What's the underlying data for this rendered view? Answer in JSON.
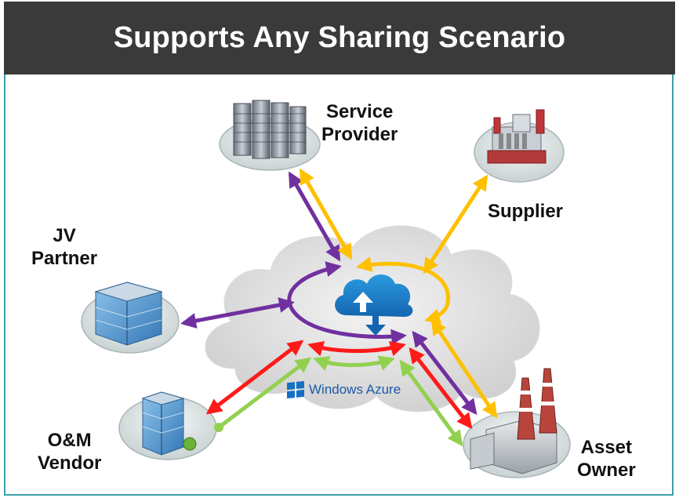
{
  "title": "Supports Any Sharing Scenario",
  "nodes": {
    "service_provider": {
      "line1": "Service",
      "line2": "Provider",
      "icon": "office-towers-icon"
    },
    "supplier": {
      "line1": "Supplier",
      "icon": "factory-icon"
    },
    "jv_partner": {
      "line1": "JV",
      "line2": "Partner",
      "icon": "office-building-icon"
    },
    "om_vendor": {
      "line1": "O&M",
      "line2": "Vendor",
      "icon": "office-building-icon"
    },
    "asset_owner": {
      "line1": "Asset",
      "line2": "Owner",
      "icon": "power-plant-icon"
    }
  },
  "cloud": {
    "label": "Windows Azure",
    "icon": "cloud-upload-icon"
  },
  "colors": {
    "title_bg": "#3a3a3a",
    "border": "#3aa0a8",
    "purple": "#7030a0",
    "yellow": "#ffc000",
    "red": "#ff1a1a",
    "green": "#92d050",
    "azure_blue": "#1570c4"
  }
}
